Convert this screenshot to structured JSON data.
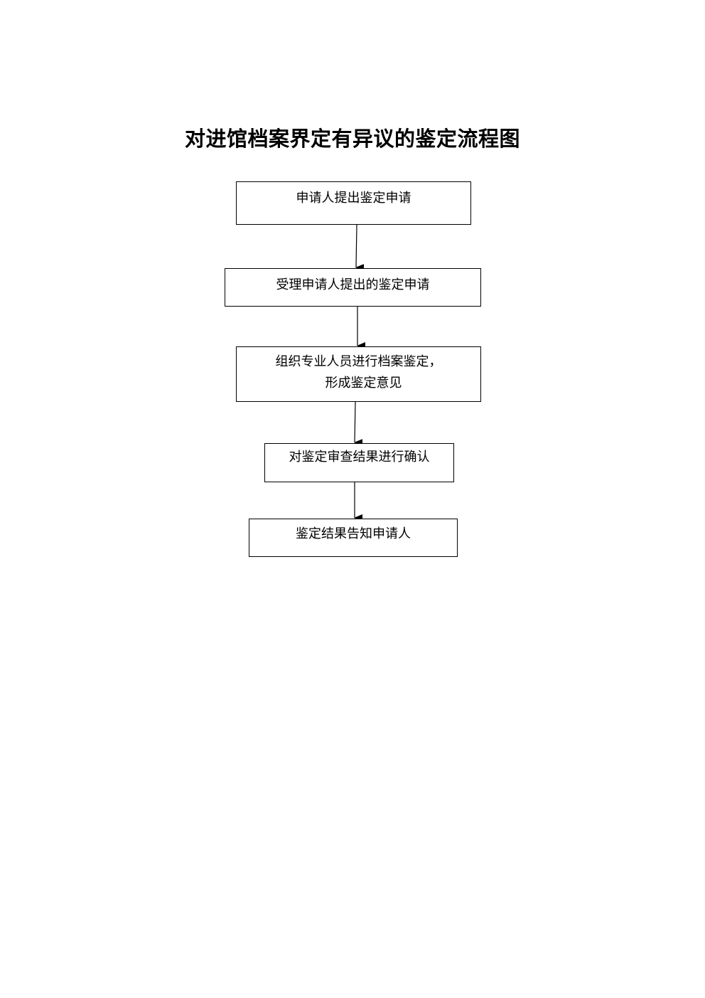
{
  "title": "对进馆档案界定有异议的鉴定流程图",
  "steps": [
    {
      "lines": [
        "申请人提出鉴定申请"
      ]
    },
    {
      "lines": [
        "受理申请人提出的鉴定申请"
      ]
    },
    {
      "lines": [
        "组织专业人员进行档案鉴定，",
        "形成鉴定意见"
      ]
    },
    {
      "lines": [
        "对鉴定审查结果进行确认"
      ]
    },
    {
      "lines": [
        "鉴定结果告知申请人"
      ]
    }
  ],
  "colors": {
    "stroke": "#000000",
    "background": "#ffffff"
  }
}
